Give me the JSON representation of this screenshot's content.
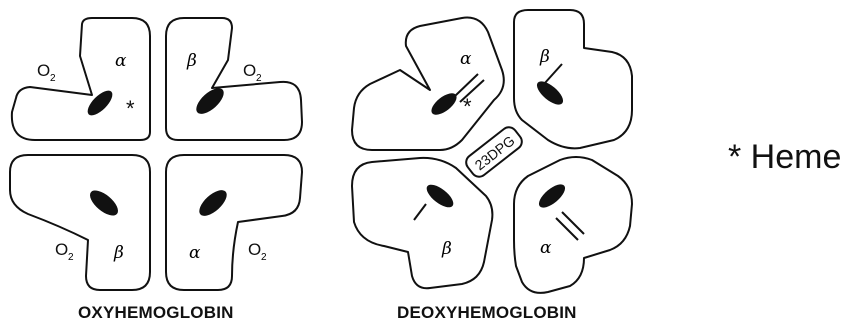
{
  "left_diagram": {
    "caption": "OXYHEMOGLOBIN",
    "subunits": {
      "top_left": "α",
      "top_right": "β",
      "bottom_left": "β",
      "bottom_right": "α"
    },
    "oxygen_label": "O",
    "oxygen_subscript": "2",
    "heme_marker": "*"
  },
  "right_diagram": {
    "caption": "DEOXYHEMOGLOBIN",
    "subunits": {
      "top_left": "α",
      "top_right": "β",
      "bottom_left": "β",
      "bottom_right": "α"
    },
    "center_molecule": "23DPG",
    "heme_marker": "*"
  },
  "legend": {
    "text": "* Heme"
  }
}
